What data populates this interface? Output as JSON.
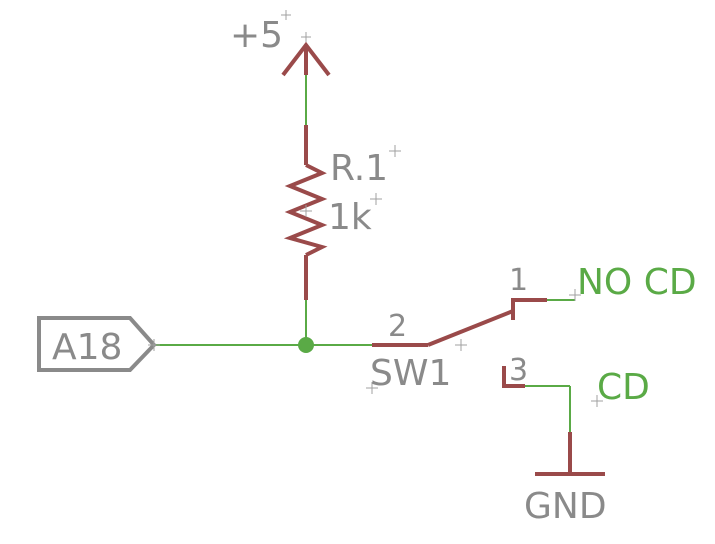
{
  "colors": {
    "wire": "#5aaa46",
    "component": "#9a4a4a",
    "label_text": "#8a8a8a",
    "net_label": "#5aaa46",
    "origin_cross": "#a0a0a0",
    "background": "#ffffff"
  },
  "supply": {
    "label": "+5"
  },
  "ground": {
    "label": "GND"
  },
  "resistor": {
    "name": "R.1",
    "value": "1k"
  },
  "switch": {
    "name": "SW1",
    "pins": {
      "pin1": "1",
      "pin2": "2",
      "pin3": "3"
    }
  },
  "port": {
    "label": "A18"
  },
  "nets": {
    "no_cd": "NO CD",
    "cd": "CD"
  }
}
